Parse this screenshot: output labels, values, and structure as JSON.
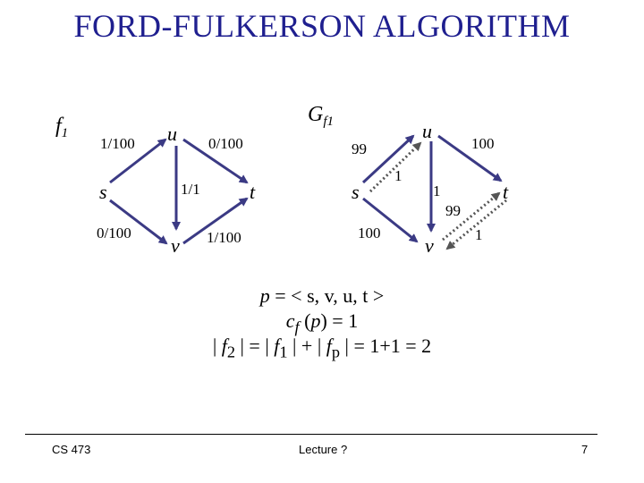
{
  "title": "FORD-FULKERSON ALGORITHM",
  "left_graph": {
    "label_main": "f",
    "label_sub": "1",
    "nodes": {
      "s": "s",
      "u": "u",
      "v": "v",
      "t": "t"
    },
    "edges": {
      "su": "1/100",
      "sv": "0/100",
      "vu": "1/1",
      "ut": "0/100",
      "vt": "1/100"
    }
  },
  "right_graph": {
    "label_main": "G",
    "label_sub": "f1",
    "nodes": {
      "s": "s",
      "u": "u",
      "v": "v",
      "t": "t"
    },
    "edges": {
      "su": "99",
      "us": "1",
      "sv": "100",
      "uv": "1",
      "vu_res": "99",
      "tv": "1",
      "ut": "100"
    }
  },
  "formulas": {
    "path": {
      "p": "p",
      "rest": " = < s, v, u, t >"
    },
    "capacity": {
      "c": "c",
      "f": "f",
      "p_open": " (",
      "p": "p",
      "p_close": ") = 1"
    },
    "flow": {
      "a": "| ",
      "f2": "f",
      "f2sub": "2",
      "b": " | = | ",
      "f1": "f",
      "f1sub": "1",
      "c": " | + | ",
      "fp": "f",
      "fpsub": "p",
      "d": " | = 1+1 = 2"
    }
  },
  "footer": {
    "left": "CS 473",
    "center": "Lecture ?",
    "right": "7"
  },
  "colors": {
    "title": "#1f1f8f",
    "edge": "#3b3a84"
  }
}
